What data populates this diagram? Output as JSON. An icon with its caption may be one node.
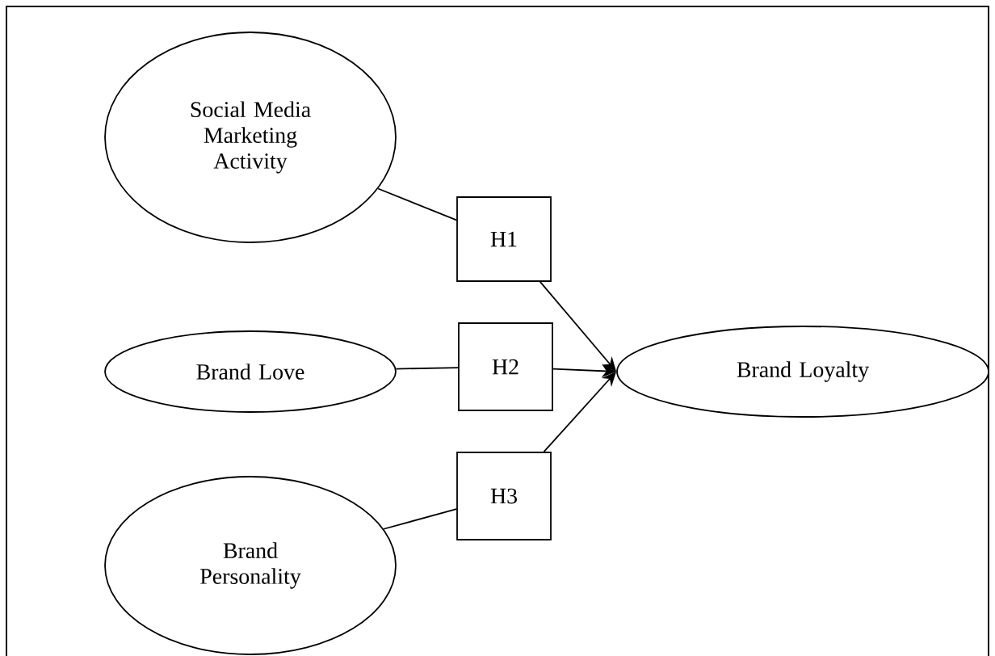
{
  "diagram": {
    "nodes": [
      {
        "text": [
          "Social Media Marketing Activity"
        ]
      },
      {
        "text": [
          "H1"
        ]
      },
      {
        "text": [
          "Brand Love"
        ]
      },
      {
        "text": [
          "H2"
        ]
      },
      {
        "text": [
          "Brand Loyalty"
        ]
      },
      {
        "text": [
          "H3"
        ]
      },
      {
        "text": [
          "Brand Personality"
        ]
      }
    ],
    "edges": [
      {
        "from": 0,
        "to": 1,
        "arrow": "none"
      },
      {
        "from": 1,
        "to": 4,
        "arrow": "to"
      },
      {
        "from": 2,
        "to": 3,
        "arrow": "none"
      },
      {
        "from": 3,
        "to": 4,
        "arrow": "to"
      },
      {
        "from": 6,
        "to": 5,
        "arrow": "none"
      },
      {
        "from": 5,
        "to": 4,
        "arrow": "to"
      }
    ]
  }
}
